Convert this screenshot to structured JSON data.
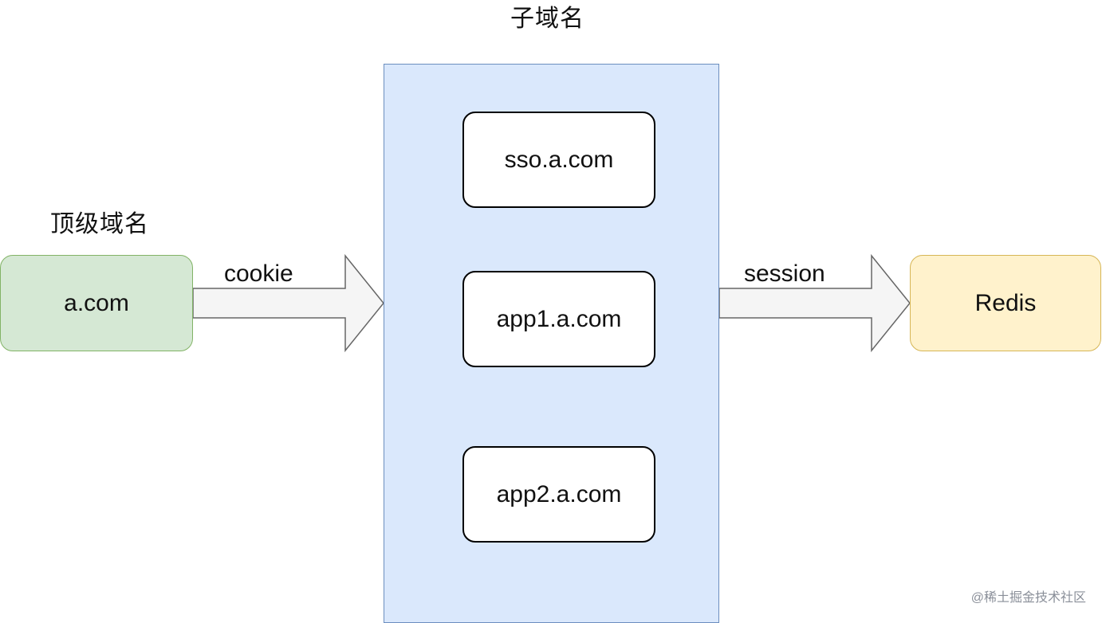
{
  "headings": {
    "subdomain": "子域名",
    "top_level_domain": "顶级域名"
  },
  "nodes": {
    "top_domain": "a.com",
    "sso": "sso.a.com",
    "app1": "app1.a.com",
    "app2": "app2.a.com",
    "redis": "Redis"
  },
  "edges": {
    "cookie": "cookie",
    "session": "session"
  },
  "watermark": "@稀土掘金技术社区",
  "colors": {
    "green_fill": "#d5e8d4",
    "green_stroke": "#82b366",
    "blue_fill": "#dae8fc",
    "blue_stroke": "#6c8ebf",
    "yellow_fill": "#fff2cc",
    "yellow_stroke": "#d6b656",
    "arrow_fill": "#f5f5f5",
    "arrow_stroke": "#666666"
  }
}
